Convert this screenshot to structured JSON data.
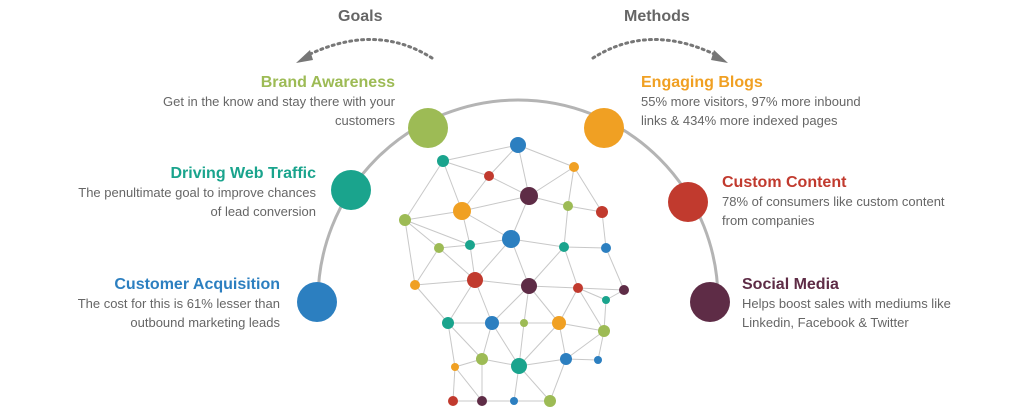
{
  "headers": {
    "goals": "Goals",
    "methods": "Methods"
  },
  "goals": [
    {
      "title": "Brand Awareness",
      "desc_line1": "Get in the know and stay there with your",
      "desc_line2": "customers",
      "color": "#9dbb55"
    },
    {
      "title": "Driving Web Traffic",
      "desc_line1": "The penultimate goal to improve chances",
      "desc_line2": "of lead conversion",
      "color": "#1aa48d"
    },
    {
      "title": "Customer Acquisition",
      "desc_line1": "The cost for this is 61% lesser than",
      "desc_line2": "outbound marketing leads",
      "color": "#2c7fc0"
    }
  ],
  "methods": [
    {
      "title": "Engaging Blogs",
      "desc_line1": "55% more visitors, 97% more inbound",
      "desc_line2": "links & 434% more indexed pages",
      "color": "#f0a023"
    },
    {
      "title": "Custom Content",
      "desc_line1": "78% of consumers like custom content",
      "desc_line2": "from companies",
      "color": "#c13a2e"
    },
    {
      "title": "Social Media",
      "desc_line1": "Helps boost sales with mediums like",
      "desc_line2": "Linkedin, Facebook & Twitter",
      "color": "#5e2c46"
    }
  ],
  "arc_color": "#b4b4b4",
  "edge_color": "#c8c8c8",
  "arrow_color": "#777777"
}
